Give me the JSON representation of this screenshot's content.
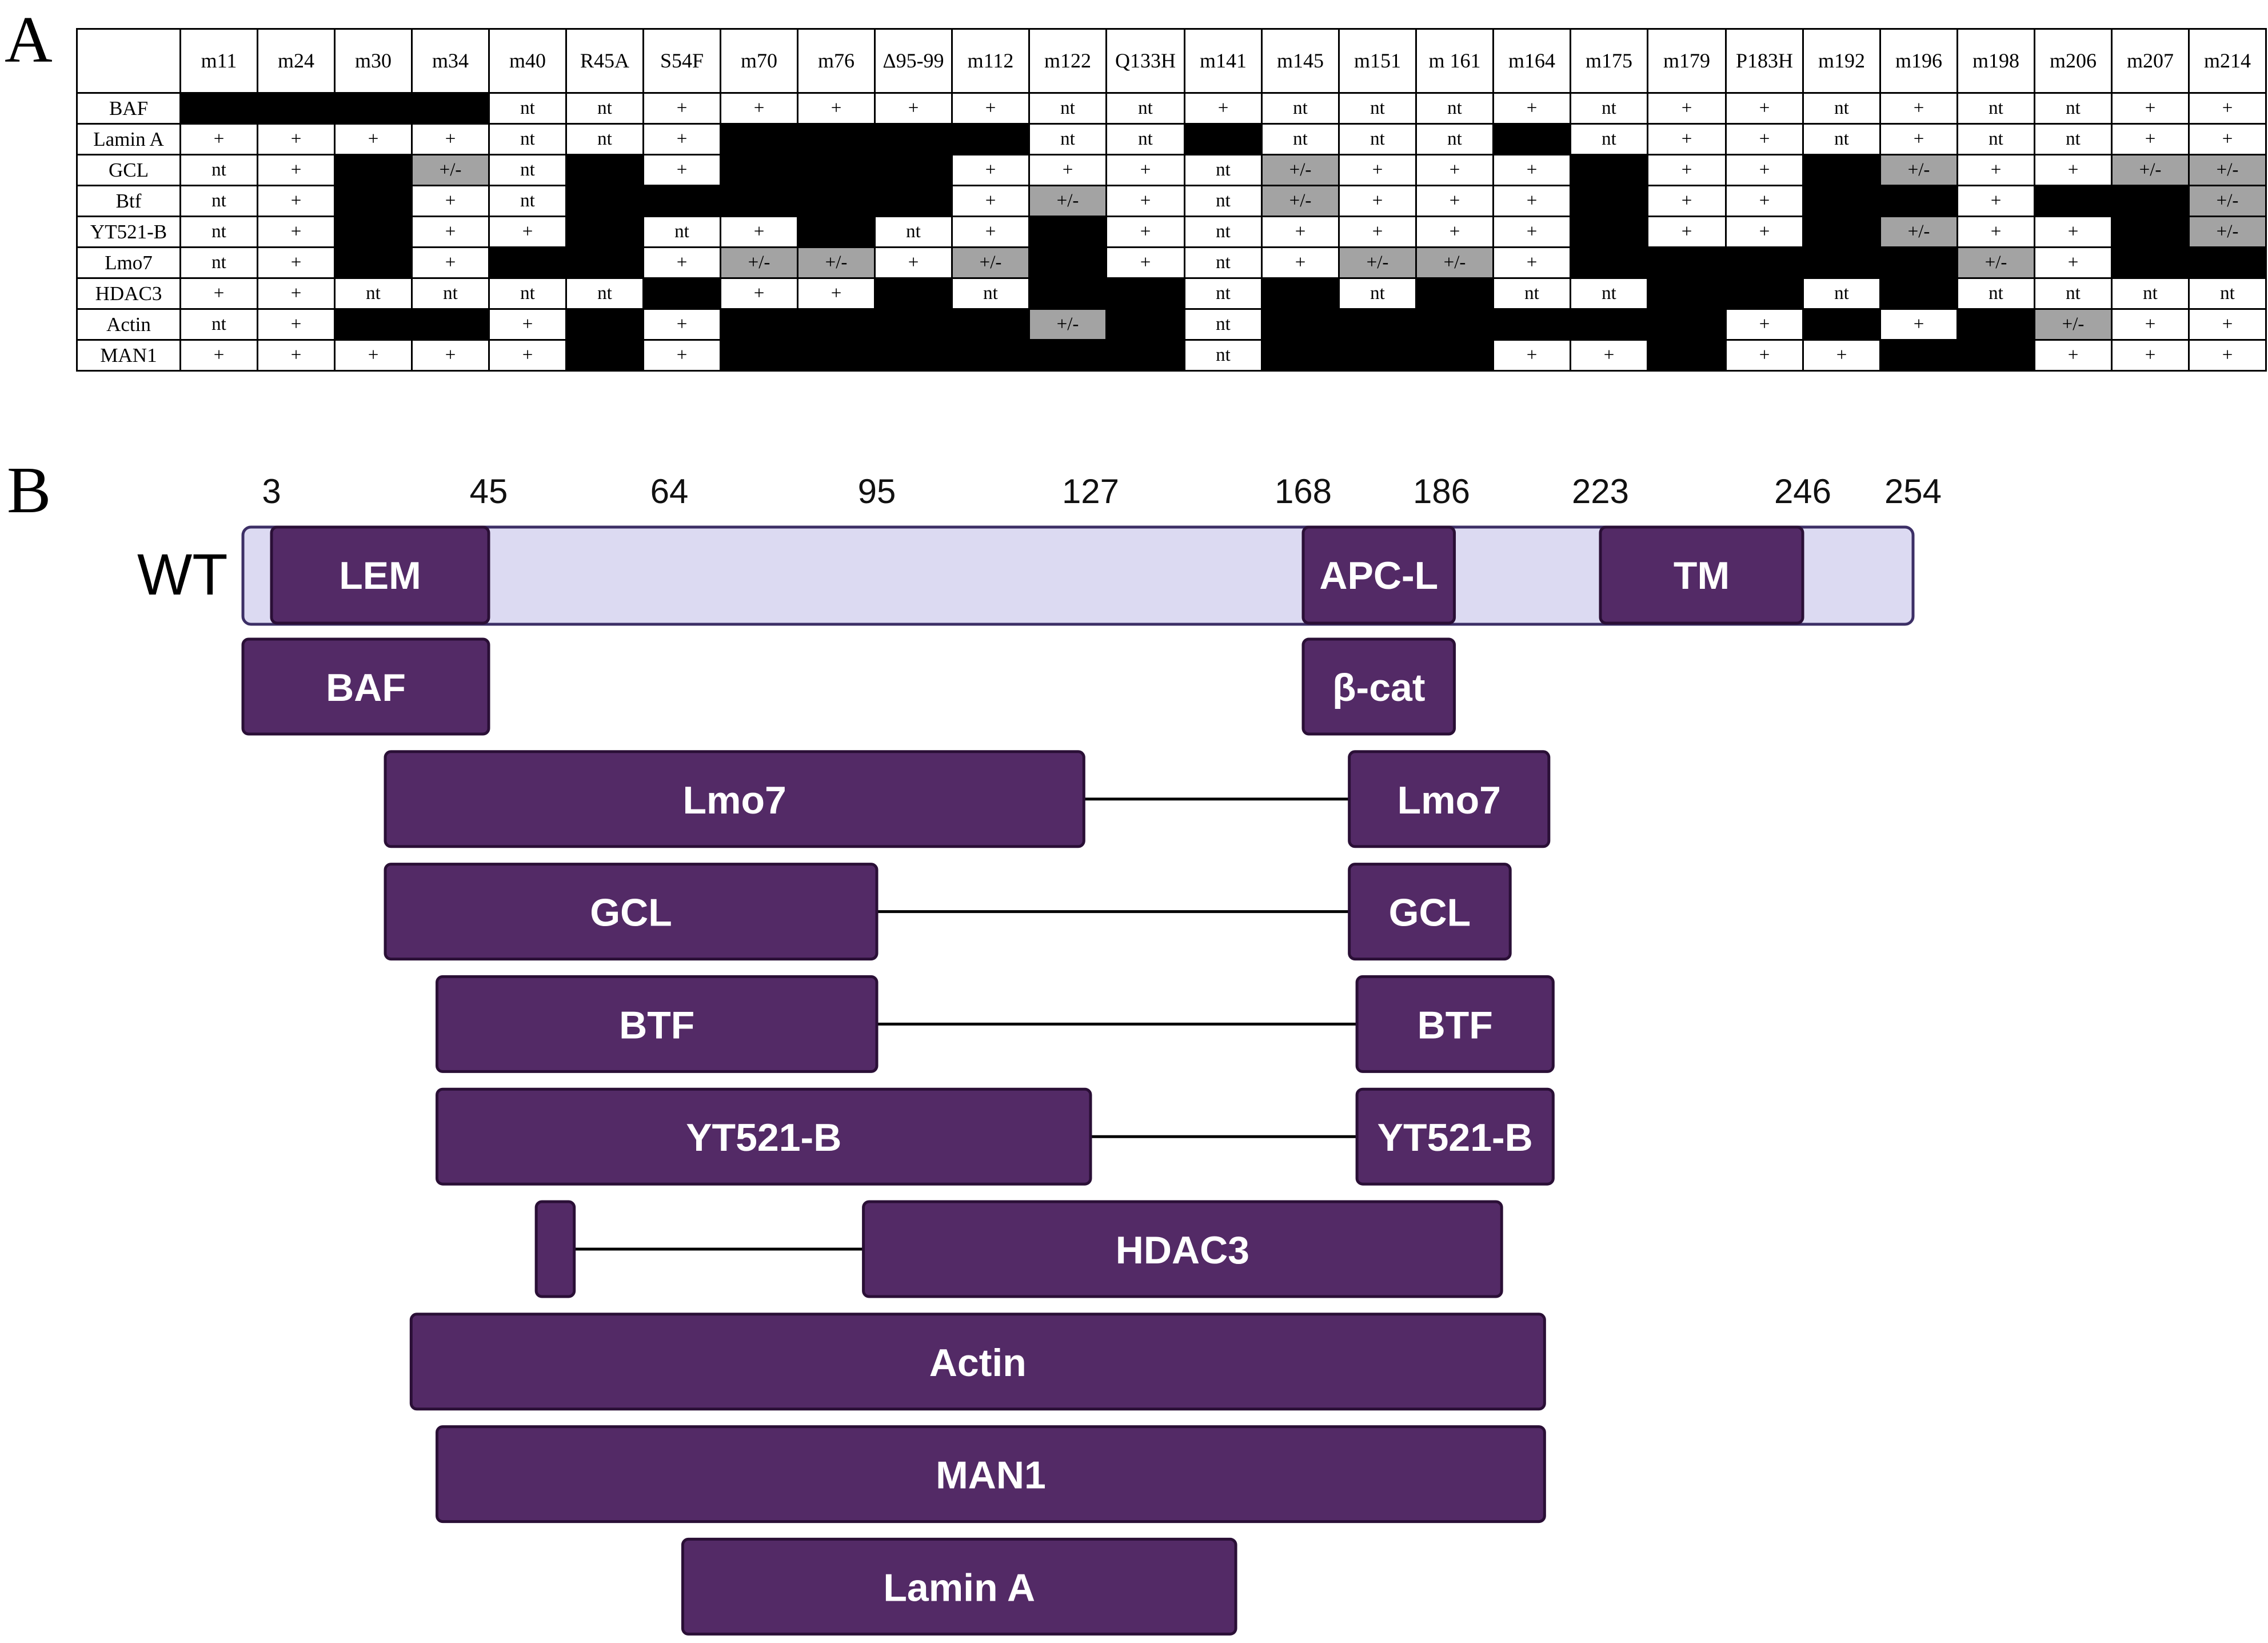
{
  "panels": {
    "a": "A",
    "b": "B"
  },
  "table": {
    "columns": [
      "m11",
      "m24",
      "m30",
      "m34",
      "m40",
      "R45A",
      "S54F",
      "m70",
      "m76",
      "Δ95-99",
      "m112",
      "m122",
      "Q133H",
      "m141",
      "m145",
      "m151",
      "m 161",
      "m164",
      "m175",
      "m179",
      "P183H",
      "m192",
      "m196",
      "m198",
      "m206",
      "m207",
      "m214"
    ],
    "rows": [
      {
        "label": "BAF",
        "cells": [
          "B",
          "B",
          "B",
          "B",
          "nt",
          "nt",
          "+",
          "+",
          "+",
          "+",
          "+",
          "nt",
          "nt",
          "+",
          "nt",
          "nt",
          "nt",
          "+",
          "nt",
          "+",
          "+",
          "nt",
          "+",
          "nt",
          "nt",
          "+",
          "+"
        ]
      },
      {
        "label": "Lamin A",
        "cells": [
          "+",
          "+",
          "+",
          "+",
          "nt",
          "nt",
          "+",
          "B",
          "B",
          "B",
          "B",
          "nt",
          "nt",
          "B",
          "nt",
          "nt",
          "nt",
          "B",
          "nt",
          "+",
          "+",
          "nt",
          "+",
          "nt",
          "nt",
          "+",
          "+"
        ]
      },
      {
        "label": "GCL",
        "cells": [
          "nt",
          "+",
          "B",
          "+/-",
          "nt",
          "B",
          "+",
          "B",
          "B",
          "B",
          "+",
          "+",
          "+",
          "nt",
          "+/-",
          "+",
          "+",
          "+",
          "B",
          "+",
          "+",
          "B",
          "+/-",
          "+",
          "+",
          "+/-",
          "+/-"
        ]
      },
      {
        "label": "Btf",
        "cells": [
          "nt",
          "+",
          "B",
          "+",
          "nt",
          "B",
          "B",
          "B",
          "B",
          "B",
          "+",
          "+/-",
          "+",
          "nt",
          "+/-",
          "+",
          "+",
          "+",
          "B",
          "+",
          "+",
          "B",
          "B",
          "+",
          "B",
          "B",
          "+/-"
        ]
      },
      {
        "label": "YT521-B",
        "cells": [
          "nt",
          "+",
          "B",
          "+",
          "+",
          "B",
          "nt",
          "+",
          "B",
          "nt",
          "+",
          "B",
          "+",
          "nt",
          "+",
          "+",
          "+",
          "+",
          "B",
          "+",
          "+",
          "B",
          "+/-",
          "+",
          "+",
          "B",
          "+/-"
        ]
      },
      {
        "label": "Lmo7",
        "cells": [
          "nt",
          "+",
          "B",
          "+",
          "B",
          "B",
          "+",
          "+/-",
          "+/-",
          "+",
          "+/-",
          "B",
          "+",
          "nt",
          "+",
          "+/-",
          "+/-",
          "+",
          "B",
          "B",
          "B",
          "B",
          "B",
          "+/-",
          "+",
          "B",
          "B"
        ]
      },
      {
        "label": "HDAC3",
        "cells": [
          "+",
          "+",
          "nt",
          "nt",
          "nt",
          "nt",
          "B",
          "+",
          "+",
          "B",
          "nt",
          "B",
          "B",
          "nt",
          "B",
          "nt",
          "B",
          "nt",
          "nt",
          "B",
          "B",
          "nt",
          "B",
          "nt",
          "nt",
          "nt",
          "nt"
        ]
      },
      {
        "label": "Actin",
        "cells": [
          "nt",
          "+",
          "B",
          "B",
          "+",
          "B",
          "+",
          "B",
          "B",
          "B",
          "B",
          "+/-",
          "B",
          "nt",
          "B",
          "B",
          "B",
          "B",
          "B",
          "B",
          "+",
          "B",
          "+",
          "B",
          "+/-",
          "+",
          "+"
        ]
      },
      {
        "label": "MAN1",
        "cells": [
          "+",
          "+",
          "+",
          "+",
          "+",
          "B",
          "+",
          "B",
          "B",
          "B",
          "B",
          "B",
          "B",
          "nt",
          "B",
          "B",
          "B",
          "+",
          "+",
          "B",
          "+",
          "+",
          "B",
          "B",
          "+",
          "+",
          "+"
        ]
      }
    ]
  },
  "diagram": {
    "scale": {
      "min": 0,
      "max": 254
    },
    "ticks": [
      3,
      45,
      64,
      95,
      127,
      168,
      186,
      223,
      246,
      254
    ],
    "wt": {
      "label": "WT",
      "start": 0,
      "end": 254,
      "domains": [
        {
          "label": "LEM",
          "start": 3,
          "end": 45
        },
        {
          "label": "APC-L",
          "start": 168,
          "end": 189
        },
        {
          "label": "TM",
          "start": 223,
          "end": 246
        }
      ]
    },
    "rows": [
      {
        "segments": [
          {
            "label": "BAF",
            "start": 0,
            "end": 45
          },
          {
            "label": "β-cat",
            "start": 168,
            "end": 189
          }
        ],
        "connector": false
      },
      {
        "segments": [
          {
            "label": "Lmo7",
            "start": 25,
            "end": 126
          },
          {
            "label": "Lmo7",
            "start": 174,
            "end": 211
          }
        ],
        "connector": true
      },
      {
        "segments": [
          {
            "label": "GCL",
            "start": 25,
            "end": 95
          },
          {
            "label": "GCL",
            "start": 174,
            "end": 202
          }
        ],
        "connector": true
      },
      {
        "segments": [
          {
            "label": "BTF",
            "start": 35,
            "end": 95
          },
          {
            "label": "BTF",
            "start": 175,
            "end": 212
          }
        ],
        "connector": true
      },
      {
        "segments": [
          {
            "label": "YT521-B",
            "start": 35,
            "end": 127
          },
          {
            "label": "YT521-B",
            "start": 175,
            "end": 212
          }
        ],
        "connector": true
      },
      {
        "segments": [
          {
            "label": "",
            "start": 50,
            "end": 54
          },
          {
            "label": "HDAC3",
            "start": 93,
            "end": 200
          }
        ],
        "connector": true
      },
      {
        "segments": [
          {
            "label": "Actin",
            "start": 30,
            "end": 210
          }
        ],
        "connector": false
      },
      {
        "segments": [
          {
            "label": "MAN1",
            "start": 35,
            "end": 210
          }
        ],
        "connector": false
      },
      {
        "segments": [
          {
            "label": "Lamin A",
            "start": 66,
            "end": 155
          }
        ],
        "connector": false
      }
    ],
    "colors": {
      "box_fill": "#532a66",
      "box_stroke": "#2a0f36",
      "wt_fill": "#dcdaf2",
      "wt_stroke": "#3c2f66",
      "gray_cell": "#a3a3a3"
    }
  }
}
